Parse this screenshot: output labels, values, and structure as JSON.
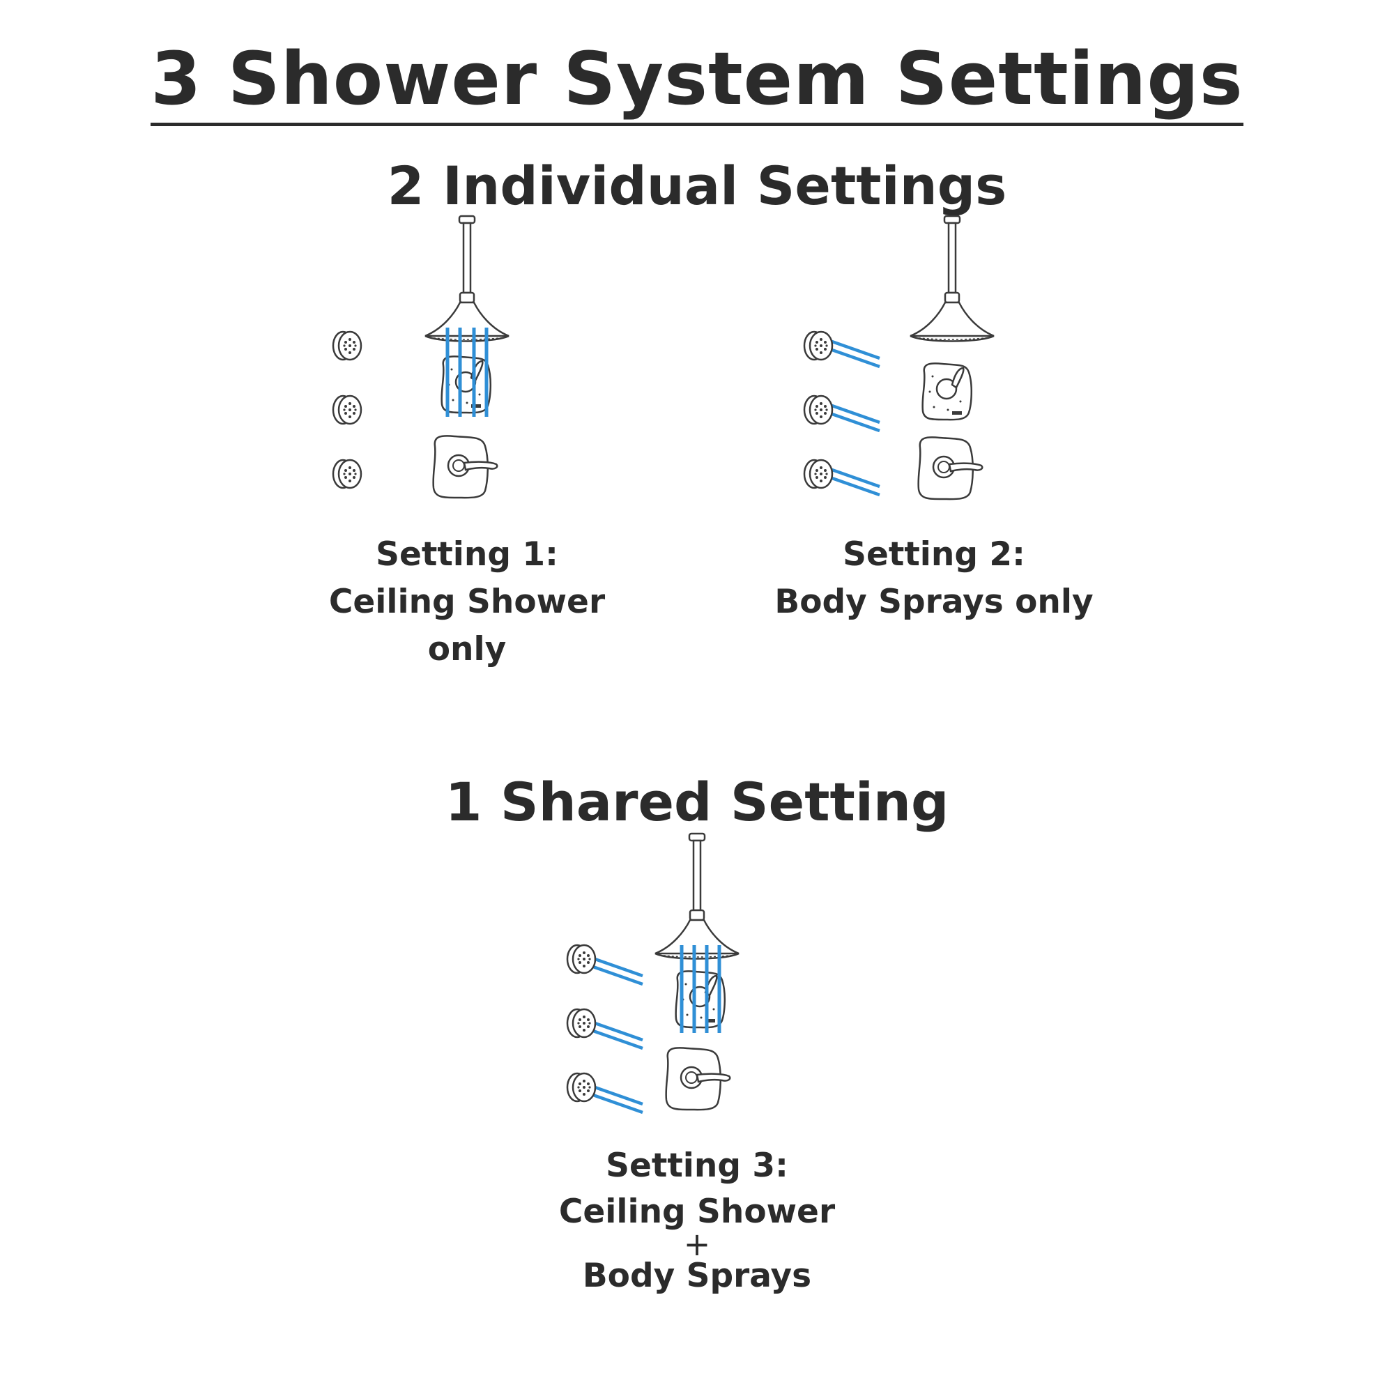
{
  "title": "3 Shower System Settings",
  "sections": {
    "individual": {
      "heading": "2 Individual Settings"
    },
    "shared": {
      "heading": "1 Shared Setting"
    }
  },
  "settings": [
    {
      "label": "Setting 1:",
      "description": "Ceiling Shower only"
    },
    {
      "label": "Setting 2:",
      "description": "Body Sprays only"
    },
    {
      "label": "Setting 3:",
      "description_line1": "Ceiling Shower",
      "plus": "+",
      "description_line2": "Body Sprays"
    }
  ],
  "colors": {
    "text": "#2b2b2b",
    "water_spray": "#2f8fd6",
    "line_art": "#3a3a3a"
  },
  "icons": [
    "ceiling-shower-head-icon",
    "body-spray-jet-icon",
    "diverter-valve-icon",
    "shower-valve-trim-icon"
  ]
}
